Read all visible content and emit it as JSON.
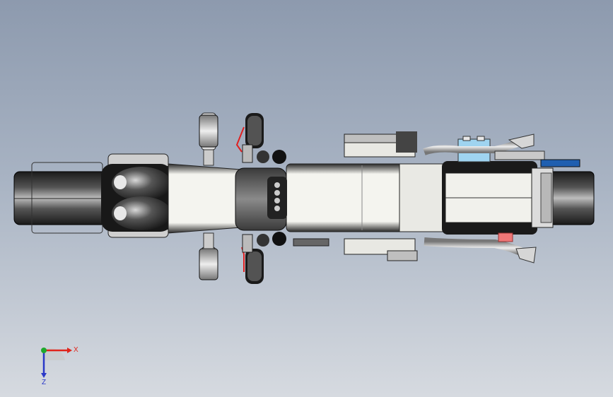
{
  "viewport": {
    "model_name": "motorcycle",
    "view": "top"
  },
  "triad": {
    "x_label": "X",
    "z_label": "Z",
    "x_color": "#e0241b",
    "y_color": "#1fa82c",
    "z_color": "#2a38c8"
  }
}
